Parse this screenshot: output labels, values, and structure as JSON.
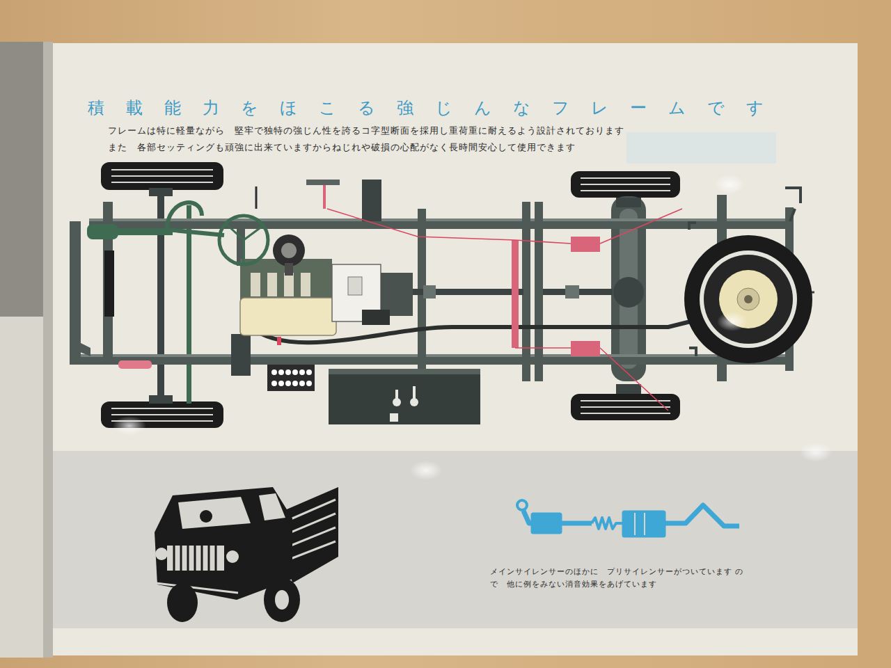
{
  "diagram": {
    "title": "積載能力をほこる強じんなフレームです",
    "caption": "メインサイレンサーのほかに　プリサイレンサーがついています ので　他に例をみない消音効果をあげています",
    "labels": [
      "フレームは特に軽量ながら　堅牢で独特の強じん性を誇るコ字型断面を採用し重荷重に耐えるよう設計されております",
      "また　各部セッティングも頑強に出来ていますからねじれや破損の心配がなく長時間安心して使用できます"
    ]
  }
}
